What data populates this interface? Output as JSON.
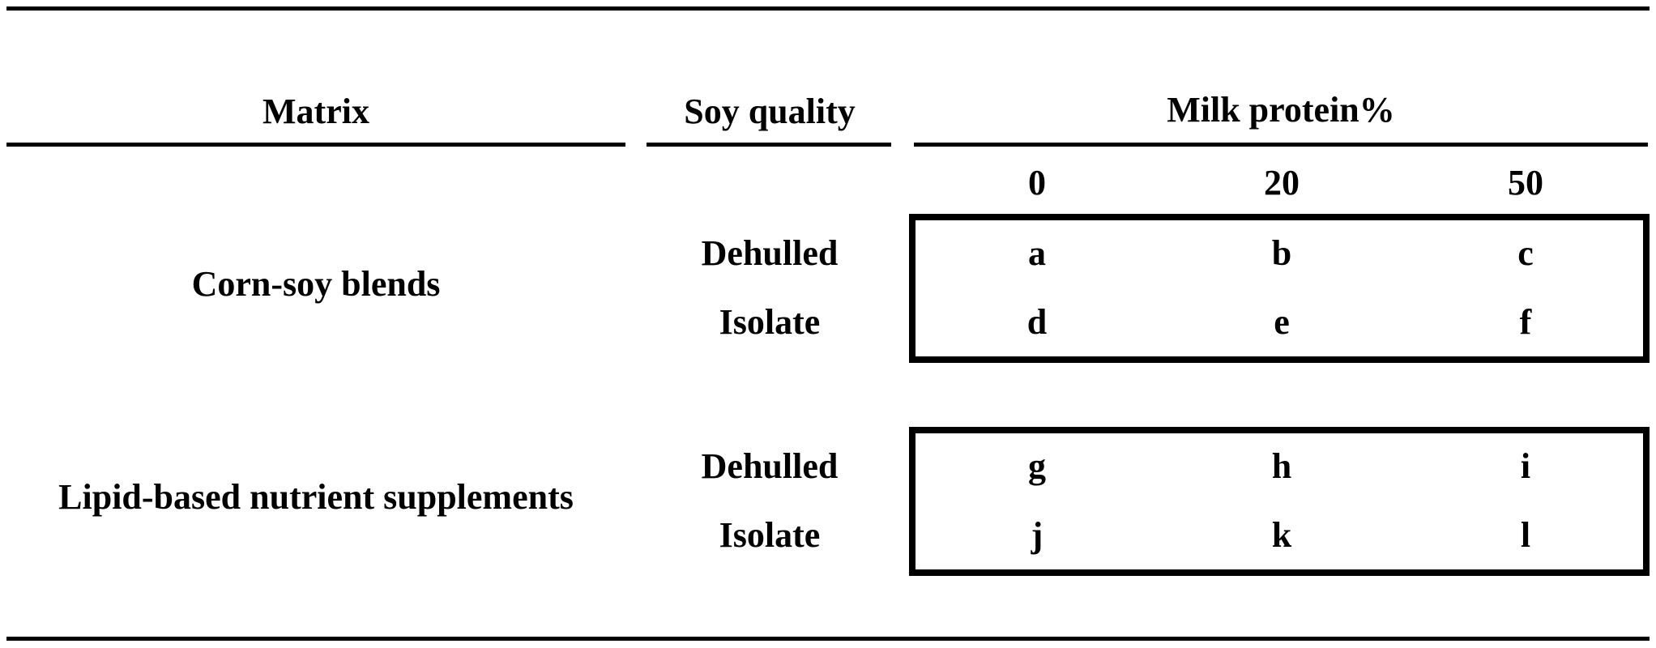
{
  "header": {
    "matrix": "Matrix",
    "soy_quality": "Soy quality",
    "milk_protein": "Milk protein%"
  },
  "milk_levels": [
    "0",
    "20",
    "50"
  ],
  "groups": [
    {
      "matrix": "Corn-soy blends",
      "rows": [
        {
          "soy": "Dehulled",
          "cells": [
            "a",
            "b",
            "c"
          ]
        },
        {
          "soy": "Isolate",
          "cells": [
            "d",
            "e",
            "f"
          ]
        }
      ]
    },
    {
      "matrix": "Lipid-based nutrient supplements",
      "rows": [
        {
          "soy": "Dehulled",
          "cells": [
            "g",
            "h",
            "i"
          ]
        },
        {
          "soy": "Isolate",
          "cells": [
            "j",
            "k",
            "l"
          ]
        }
      ]
    }
  ],
  "colors": {
    "ink": "#000000",
    "background": "#ffffff"
  }
}
